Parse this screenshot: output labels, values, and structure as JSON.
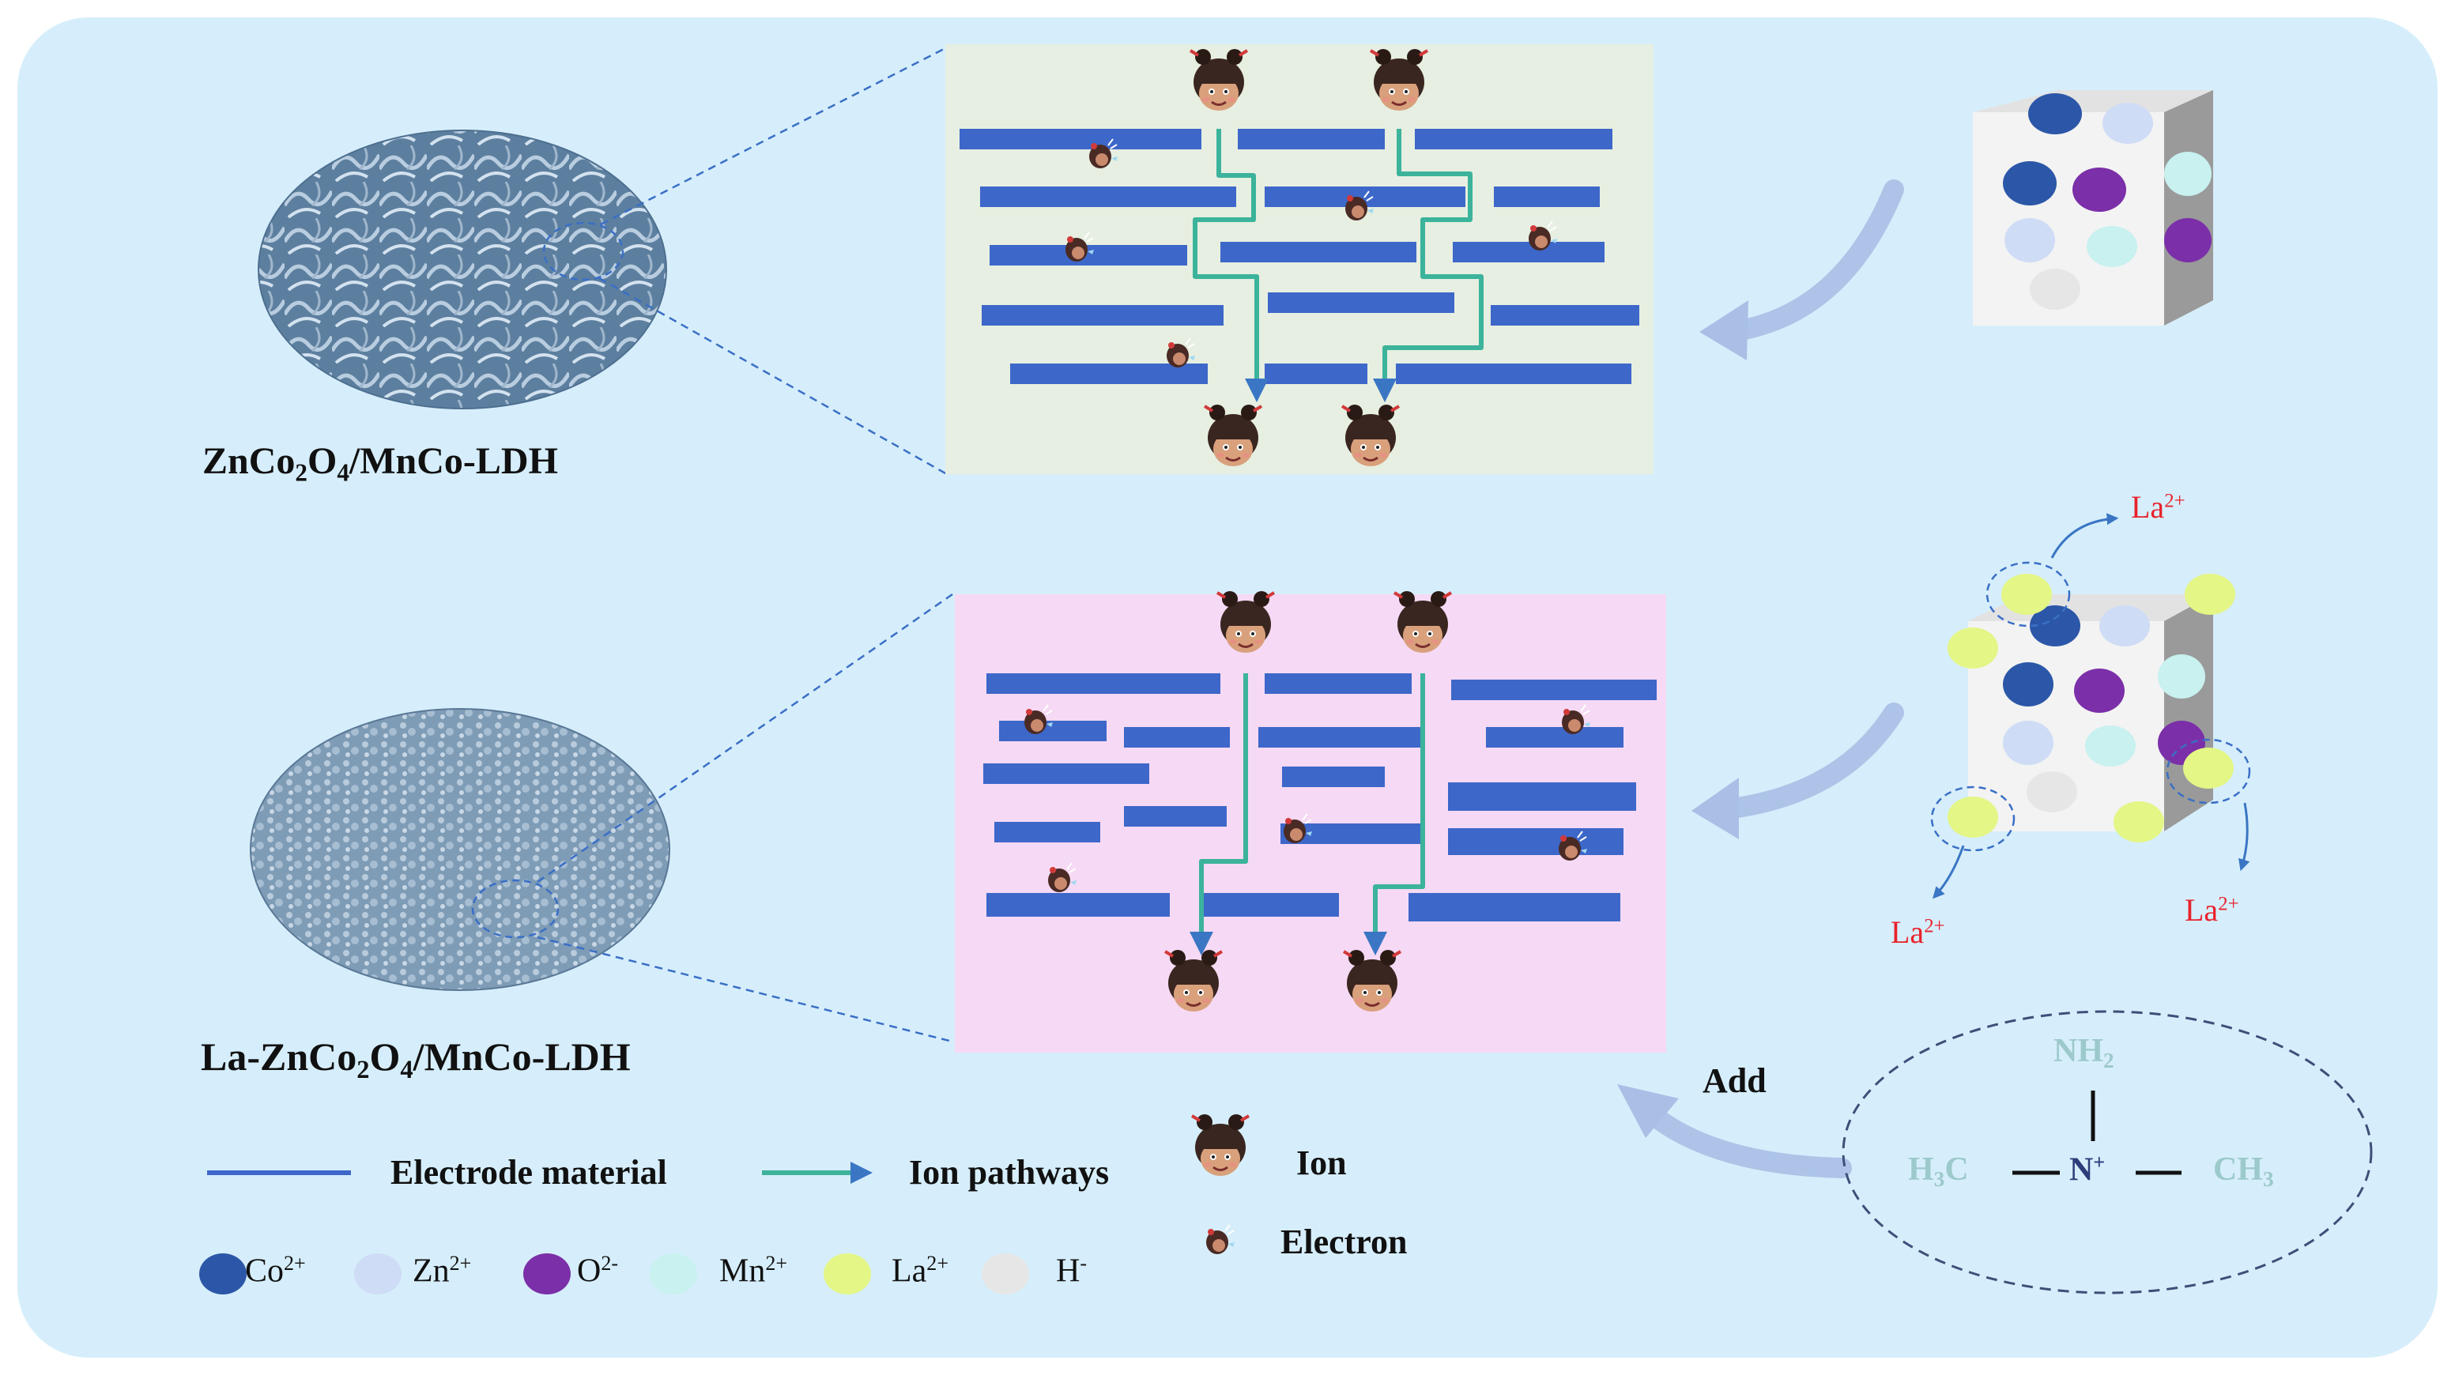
{
  "labels": {
    "material_top": {
      "pre": "ZnCo",
      "s1": "2",
      "mid": "O",
      "s2": "4",
      "post": "/MnCo-LDH"
    },
    "material_bottom": {
      "pre": "La-ZnCo",
      "s1": "2",
      "mid": "O",
      "s2": "4",
      "post": "/MnCo-LDH"
    },
    "la_ion": {
      "base": "La",
      "sup": "2+"
    },
    "add": "Add"
  },
  "molecule": {
    "top": {
      "base": "NH",
      "sub": "2"
    },
    "left": {
      "base": "H",
      "sub": "3",
      "post": "C"
    },
    "center": {
      "base": "N",
      "sup": "+"
    },
    "right": {
      "base": "CH",
      "sub": "3"
    }
  },
  "legend": {
    "electrode": "Electrode material",
    "pathway": "Ion pathways",
    "ion": "Ion",
    "electron": "Electron",
    "ions": [
      {
        "base": "Co",
        "sup": "2+",
        "color": "#2c57a8"
      },
      {
        "base": "Zn",
        "sup": "2+",
        "color": "#cfdcf6"
      },
      {
        "base": "O",
        "sup": "2-",
        "color": "#7b2fa8"
      },
      {
        "base": "Mn",
        "sup": "2+",
        "color": "#c8f1ef"
      },
      {
        "base": "La",
        "sup": "2+",
        "color": "#e3f686"
      },
      {
        "base": "H",
        "sup": "-",
        "color": "#e6e6e6"
      }
    ]
  },
  "colors": {
    "background": "#d6eefb",
    "electrode": "#3d67c9",
    "pathway": "#3cb39b",
    "panel_top": "#e6efe1",
    "panel_bottom": "#f6d9f4"
  }
}
